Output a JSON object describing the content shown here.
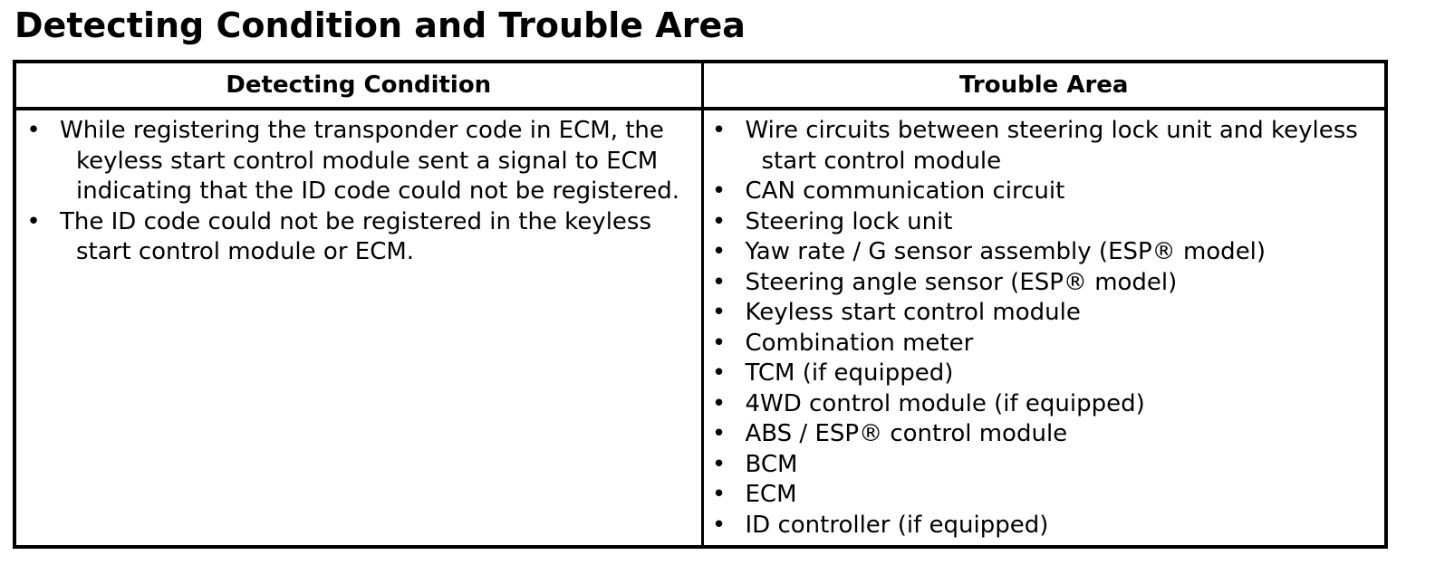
{
  "document": {
    "title": "Detecting Condition and Trouble Area"
  },
  "table": {
    "headers": [
      "Detecting Condition",
      "Trouble Area"
    ],
    "detecting_conditions": [
      "While registering the transponder code in ECM, the keyless start control module sent a signal to ECM indicating that the ID code could not be registered.",
      "The ID code could not be registered in the keyless start control module or ECM."
    ],
    "trouble_areas": [
      "Wire circuits between steering lock unit and keyless start control module",
      "CAN communication circuit",
      "Steering lock unit",
      "Yaw rate / G sensor assembly (ESP® model)",
      "Steering angle sensor (ESP® model)",
      "Keyless start control module",
      "Combination meter",
      "TCM (if equipped)",
      "4WD control module (if equipped)",
      "ABS / ESP® control module",
      "BCM",
      "ECM",
      "ID controller (if equipped)"
    ]
  }
}
